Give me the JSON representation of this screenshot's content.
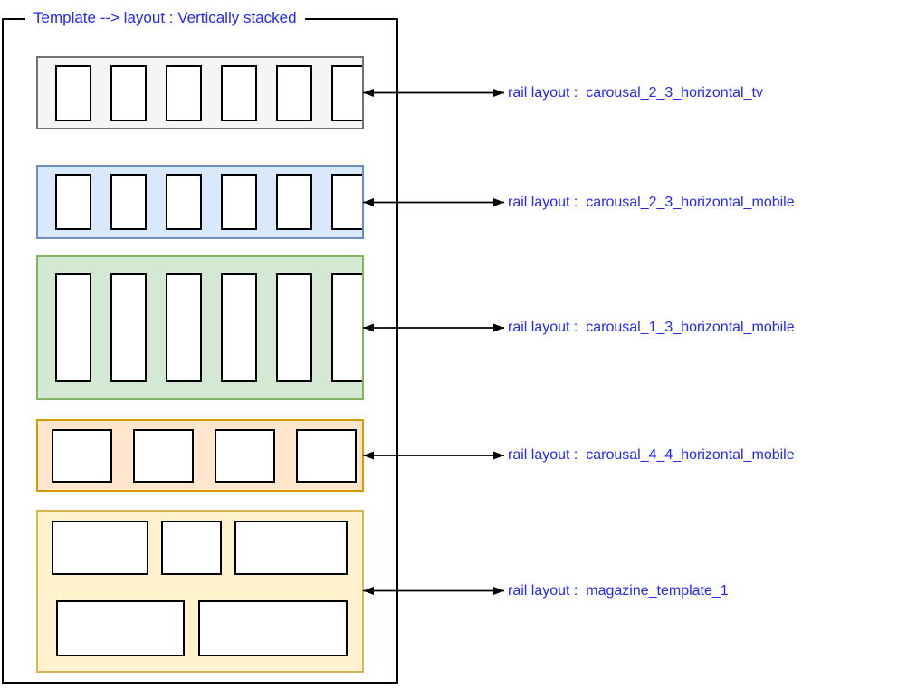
{
  "diagram": {
    "title": "Template --> layout : Vertically stacked",
    "text_color": "#2626ff",
    "shape_border_color": "#000000",
    "label_prefix": "rail layout",
    "rails": [
      {
        "name": "carousal_2_3_horizontal_tv",
        "label": "rail layout :  carousal_2_3_horizontal_tv",
        "fill": "#f5f5f5",
        "stroke": "#737373",
        "tile_type": "portrait_2_3",
        "tiles": 6
      },
      {
        "name": "carousal_2_3_horizontal_mobile",
        "label": "rail layout :  carousal_2_3_horizontal_mobile",
        "fill": "#dae8fc",
        "stroke": "#6c8ebf",
        "tile_type": "portrait_2_3",
        "tiles": 6
      },
      {
        "name": "carousal_1_3_horizontal_mobile",
        "label": "rail layout :  carousal_1_3_horizontal_mobile",
        "fill": "#d5e8d4",
        "stroke": "#82b366",
        "tile_type": "portrait_1_3",
        "tiles": 6
      },
      {
        "name": "carousal_4_4_horizontal_mobile",
        "label": "rail layout :  carousal_4_4_horizontal_mobile",
        "fill": "#ffe6cc",
        "stroke": "#d79b00",
        "tile_type": "square_4_4",
        "tiles": 4
      },
      {
        "name": "magazine_template_1",
        "label": "rail layout :  magazine_template_1",
        "fill": "#fff2cc",
        "stroke": "#d6b656",
        "tile_type": "magazine",
        "rows": [
          [
            107,
            67,
            125
          ],
          [
            142,
            165
          ]
        ]
      }
    ]
  }
}
